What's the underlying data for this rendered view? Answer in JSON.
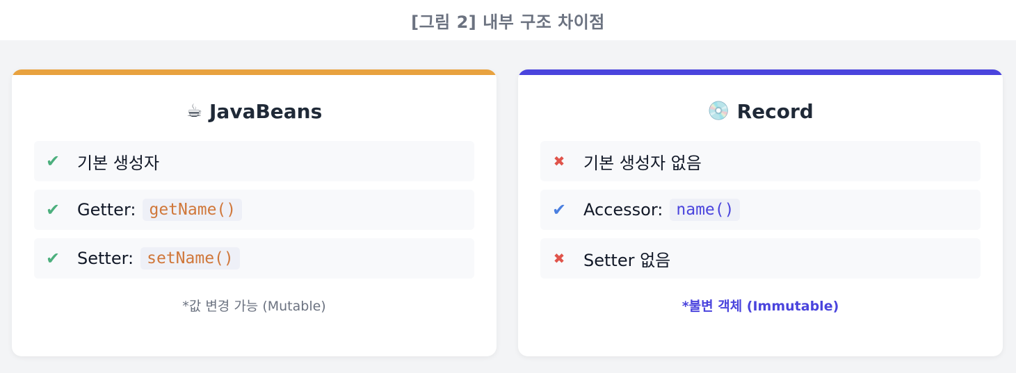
{
  "caption": "[그림 2] 내부 구조 차이점",
  "colors": {
    "javabeans_accent": "#e8a23f",
    "record_accent": "#4a44dd",
    "check_green": "#4caf7d",
    "cross_red": "#e0544b",
    "check_blue": "#4a7fe0"
  },
  "javabeans": {
    "icon": "☕",
    "title": "JavaBeans",
    "items": [
      {
        "mark": "✔",
        "mark_type": "check-icon",
        "label": "기본 생성자",
        "code": ""
      },
      {
        "mark": "✔",
        "mark_type": "check-icon",
        "label": "Getter:",
        "code": "getName()"
      },
      {
        "mark": "✔",
        "mark_type": "check-icon",
        "label": "Setter:",
        "code": "setName()"
      }
    ],
    "note": "*값 변경 가능 (Mutable)"
  },
  "record": {
    "icon": "💿",
    "title": "Record",
    "items": [
      {
        "mark": "✖",
        "mark_type": "cross-icon",
        "label": "기본 생성자 없음",
        "code": ""
      },
      {
        "mark": "✔",
        "mark_type": "check-icon",
        "label": "Accessor:",
        "code": "name()"
      },
      {
        "mark": "✖",
        "mark_type": "cross-icon",
        "label": "Setter 없음",
        "code": ""
      }
    ],
    "note": "*불변 객체 (Immutable)"
  }
}
